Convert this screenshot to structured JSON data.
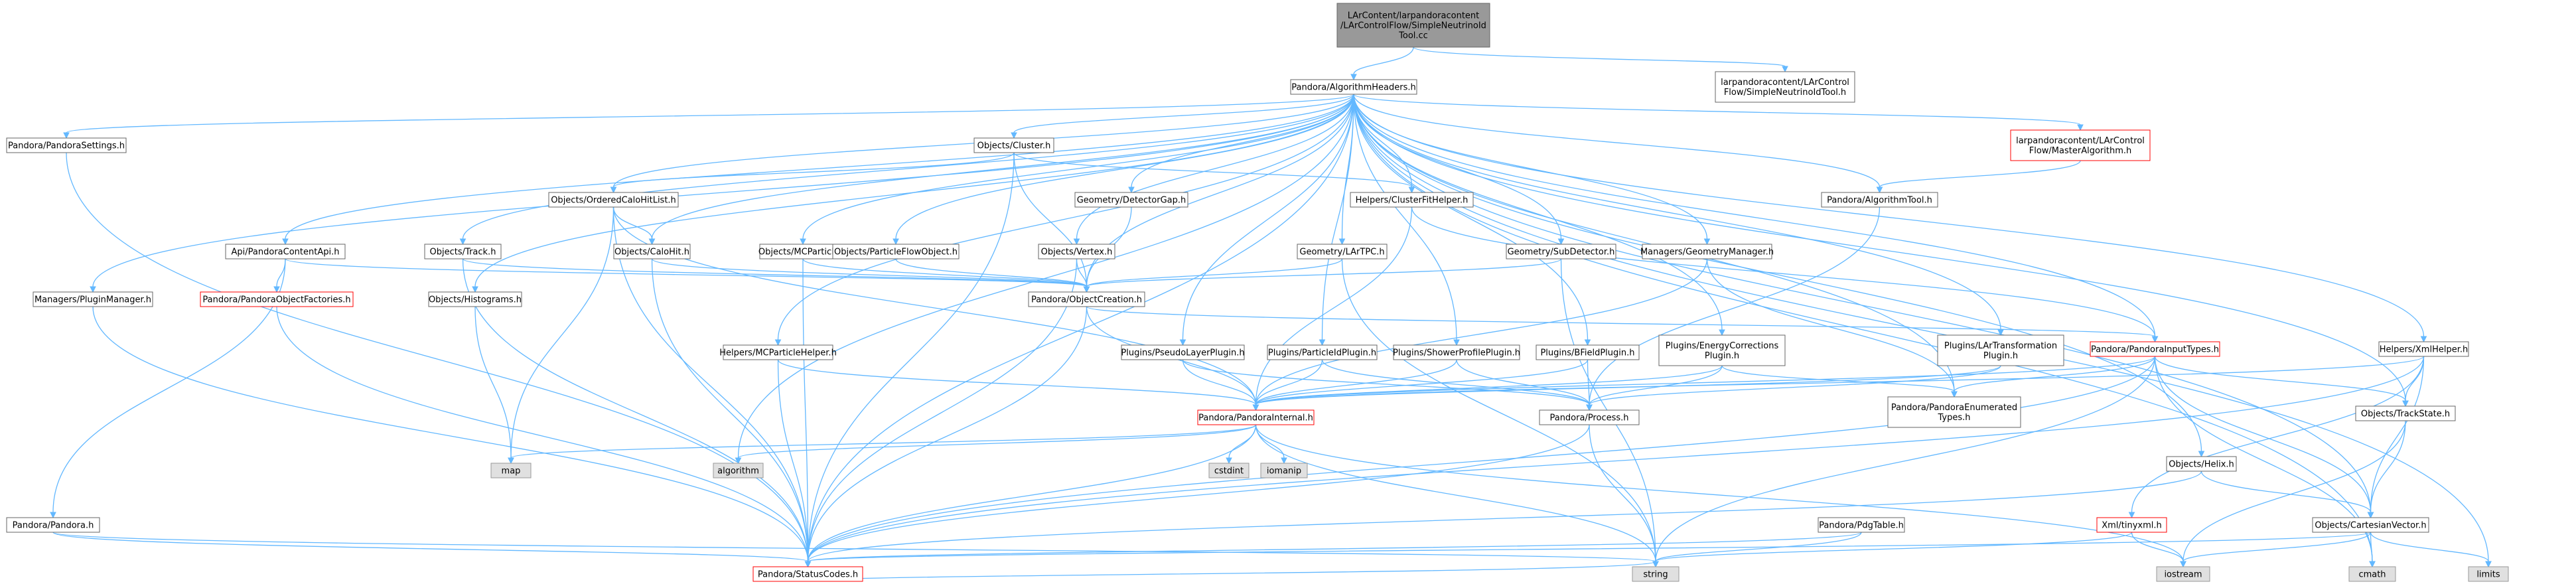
{
  "colors": {
    "edge": "#63b8ff",
    "node_border": "#666666",
    "node_red_border": "#ff0000",
    "root_fill": "#999999",
    "system_fill": "#e0e0e0"
  },
  "nodes": [
    {
      "id": "root",
      "lines": [
        "LArContent/larpandoracontent",
        "/LArControlFlow/SimpleNeutrinoId",
        "Tool.cc"
      ],
      "style": "root"
    },
    {
      "id": "algheaders",
      "lines": [
        "Pandora/AlgorithmHeaders.h"
      ],
      "style": "normal"
    },
    {
      "id": "simplehdr",
      "lines": [
        "larpandoracontent/LArControl",
        "Flow/SimpleNeutrinoIdTool.h"
      ],
      "style": "normal"
    },
    {
      "id": "settings",
      "lines": [
        "Pandora/PandoraSettings.h"
      ],
      "style": "normal"
    },
    {
      "id": "cluster",
      "lines": [
        "Objects/Cluster.h"
      ],
      "style": "normal"
    },
    {
      "id": "masteralg",
      "lines": [
        "larpandoracontent/LArControl",
        "Flow/MasterAlgorithm.h"
      ],
      "style": "red"
    },
    {
      "id": "orderedcalo",
      "lines": [
        "Objects/OrderedCaloHitList.h"
      ],
      "style": "normal"
    },
    {
      "id": "detgap",
      "lines": [
        "Geometry/DetectorGap.h"
      ],
      "style": "normal"
    },
    {
      "id": "clusterfit",
      "lines": [
        "Helpers/ClusterFitHelper.h"
      ],
      "style": "normal"
    },
    {
      "id": "algtool",
      "lines": [
        "Pandora/AlgorithmTool.h"
      ],
      "style": "normal"
    },
    {
      "id": "contentapi",
      "lines": [
        "Api/PandoraContentApi.h"
      ],
      "style": "normal"
    },
    {
      "id": "track",
      "lines": [
        "Objects/Track.h"
      ],
      "style": "normal"
    },
    {
      "id": "calohit",
      "lines": [
        "Objects/CaloHit.h"
      ],
      "style": "normal"
    },
    {
      "id": "mcparticle",
      "lines": [
        "Objects/MCParticle.h"
      ],
      "style": "normal"
    },
    {
      "id": "pfo",
      "lines": [
        "Objects/ParticleFlowObject.h"
      ],
      "style": "normal"
    },
    {
      "id": "vertex",
      "lines": [
        "Objects/Vertex.h"
      ],
      "style": "normal"
    },
    {
      "id": "lartpc",
      "lines": [
        "Geometry/LArTPC.h"
      ],
      "style": "normal"
    },
    {
      "id": "subdet",
      "lines": [
        "Geometry/SubDetector.h"
      ],
      "style": "normal"
    },
    {
      "id": "geomgr",
      "lines": [
        "Managers/GeometryManager.h"
      ],
      "style": "normal"
    },
    {
      "id": "pluginmgr",
      "lines": [
        "Managers/PluginManager.h"
      ],
      "style": "normal"
    },
    {
      "id": "objfactories",
      "lines": [
        "Pandora/PandoraObjectFactories.h"
      ],
      "style": "red"
    },
    {
      "id": "histograms",
      "lines": [
        "Objects/Histograms.h"
      ],
      "style": "normal"
    },
    {
      "id": "objcreation",
      "lines": [
        "Pandora/ObjectCreation.h"
      ],
      "style": "normal"
    },
    {
      "id": "inputtypes",
      "lines": [
        "Pandora/PandoraInputTypes.h"
      ],
      "style": "red"
    },
    {
      "id": "xmlhelper",
      "lines": [
        "Helpers/XmlHelper.h"
      ],
      "style": "normal"
    },
    {
      "id": "mcphelper",
      "lines": [
        "Helpers/MCParticleHelper.h"
      ],
      "style": "normal"
    },
    {
      "id": "pseudolayer",
      "lines": [
        "Plugins/PseudoLayerPlugin.h"
      ],
      "style": "normal"
    },
    {
      "id": "pidplugin",
      "lines": [
        "Plugins/ParticleIdPlugin.h"
      ],
      "style": "normal"
    },
    {
      "id": "showerprof",
      "lines": [
        "Plugins/ShowerProfilePlugin.h"
      ],
      "style": "normal"
    },
    {
      "id": "bfield",
      "lines": [
        "Plugins/BFieldPlugin.h"
      ],
      "style": "normal"
    },
    {
      "id": "energycorr",
      "lines": [
        "Plugins/EnergyCorrections",
        "Plugin.h"
      ],
      "style": "normal"
    },
    {
      "id": "lartransform",
      "lines": [
        "Plugins/LArTransformation",
        "Plugin.h"
      ],
      "style": "normal"
    },
    {
      "id": "enumtypes",
      "lines": [
        "Pandora/PandoraEnumerated",
        "Types.h"
      ],
      "style": "normal"
    },
    {
      "id": "trackstate",
      "lines": [
        "Objects/TrackState.h"
      ],
      "style": "normal"
    },
    {
      "id": "internal",
      "lines": [
        "Pandora/PandoraInternal.h"
      ],
      "style": "red"
    },
    {
      "id": "process",
      "lines": [
        "Pandora/Process.h"
      ],
      "style": "normal"
    },
    {
      "id": "helix",
      "lines": [
        "Objects/Helix.h"
      ],
      "style": "normal"
    },
    {
      "id": "map",
      "lines": [
        "map"
      ],
      "style": "sys"
    },
    {
      "id": "algorithm",
      "lines": [
        "algorithm"
      ],
      "style": "sys"
    },
    {
      "id": "cstdint",
      "lines": [
        "cstdint"
      ],
      "style": "sys"
    },
    {
      "id": "iomanip",
      "lines": [
        "iomanip"
      ],
      "style": "sys"
    },
    {
      "id": "pandora",
      "lines": [
        "Pandora/Pandora.h"
      ],
      "style": "normal"
    },
    {
      "id": "pdgtable",
      "lines": [
        "Pandora/PdgTable.h"
      ],
      "style": "normal"
    },
    {
      "id": "tinyxml",
      "lines": [
        "Xml/tinyxml.h"
      ],
      "style": "red"
    },
    {
      "id": "cartvec",
      "lines": [
        "Objects/CartesianVector.h"
      ],
      "style": "normal"
    },
    {
      "id": "statuscodes",
      "lines": [
        "Pandora/StatusCodes.h"
      ],
      "style": "red"
    },
    {
      "id": "iostream",
      "lines": [
        "iostream"
      ],
      "style": "sys"
    },
    {
      "id": "cmath",
      "lines": [
        "cmath"
      ],
      "style": "sys"
    },
    {
      "id": "limits",
      "lines": [
        "limits"
      ],
      "style": "sys"
    },
    {
      "id": "string",
      "lines": [
        "string"
      ],
      "style": "sys"
    }
  ],
  "edges": [
    [
      "root",
      "algheaders"
    ],
    [
      "root",
      "simplehdr"
    ],
    [
      "algheaders",
      "settings"
    ],
    [
      "algheaders",
      "cluster"
    ],
    [
      "algheaders",
      "masteralg"
    ],
    [
      "algheaders",
      "orderedcalo"
    ],
    [
      "algheaders",
      "detgap"
    ],
    [
      "algheaders",
      "clusterfit"
    ],
    [
      "algheaders",
      "algtool"
    ],
    [
      "algheaders",
      "contentapi"
    ],
    [
      "algheaders",
      "track"
    ],
    [
      "algheaders",
      "calohit"
    ],
    [
      "algheaders",
      "mcparticle"
    ],
    [
      "algheaders",
      "pfo"
    ],
    [
      "algheaders",
      "vertex"
    ],
    [
      "algheaders",
      "lartpc"
    ],
    [
      "algheaders",
      "subdet"
    ],
    [
      "algheaders",
      "geomgr"
    ],
    [
      "algheaders",
      "pluginmgr"
    ],
    [
      "algheaders",
      "histograms"
    ],
    [
      "algheaders",
      "inputtypes"
    ],
    [
      "algheaders",
      "xmlhelper"
    ],
    [
      "algheaders",
      "mcphelper"
    ],
    [
      "algheaders",
      "pseudolayer"
    ],
    [
      "algheaders",
      "pidplugin"
    ],
    [
      "algheaders",
      "showerprof"
    ],
    [
      "algheaders",
      "bfield"
    ],
    [
      "algheaders",
      "energycorr"
    ],
    [
      "algheaders",
      "lartransform"
    ],
    [
      "algheaders",
      "enumtypes"
    ],
    [
      "algheaders",
      "trackstate"
    ],
    [
      "algheaders",
      "helix"
    ],
    [
      "algheaders",
      "statuscodes"
    ],
    [
      "algheaders",
      "algorithm"
    ],
    [
      "algheaders",
      "cartvec"
    ],
    [
      "algheaders",
      "cmath"
    ],
    [
      "algheaders",
      "limits"
    ],
    [
      "algheaders",
      "objcreation"
    ],
    [
      "settings",
      "statuscodes"
    ],
    [
      "cluster",
      "orderedcalo"
    ],
    [
      "cluster",
      "clusterfit"
    ],
    [
      "cluster",
      "objcreation"
    ],
    [
      "cluster",
      "statuscodes"
    ],
    [
      "masteralg",
      "algtool"
    ],
    [
      "orderedcalo",
      "calohit"
    ],
    [
      "orderedcalo",
      "map"
    ],
    [
      "orderedcalo",
      "internal"
    ],
    [
      "orderedcalo",
      "statuscodes"
    ],
    [
      "detgap",
      "objcreation"
    ],
    [
      "clusterfit",
      "inputtypes"
    ],
    [
      "clusterfit",
      "internal"
    ],
    [
      "algtool",
      "process"
    ],
    [
      "contentapi",
      "objfactories"
    ],
    [
      "contentapi",
      "pandora"
    ],
    [
      "contentapi",
      "objcreation"
    ],
    [
      "track",
      "objcreation"
    ],
    [
      "track",
      "statuscodes"
    ],
    [
      "calohit",
      "objcreation"
    ],
    [
      "calohit",
      "statuscodes"
    ],
    [
      "mcparticle",
      "objcreation"
    ],
    [
      "mcparticle",
      "statuscodes"
    ],
    [
      "pfo",
      "objcreation"
    ],
    [
      "vertex",
      "objcreation"
    ],
    [
      "vertex",
      "statuscodes"
    ],
    [
      "lartpc",
      "objcreation"
    ],
    [
      "lartpc",
      "string"
    ],
    [
      "subdet",
      "objcreation"
    ],
    [
      "subdet",
      "string"
    ],
    [
      "geomgr",
      "enumtypes"
    ],
    [
      "geomgr",
      "internal"
    ],
    [
      "pluginmgr",
      "statuscodes"
    ],
    [
      "objfactories",
      "statuscodes"
    ],
    [
      "histograms",
      "map"
    ],
    [
      "objcreation",
      "inputtypes"
    ],
    [
      "objcreation",
      "internal"
    ],
    [
      "objcreation",
      "statuscodes"
    ],
    [
      "inputtypes",
      "enumtypes"
    ],
    [
      "inputtypes",
      "trackstate"
    ],
    [
      "inputtypes",
      "cartvec"
    ],
    [
      "inputtypes",
      "internal"
    ],
    [
      "inputtypes",
      "statuscodes"
    ],
    [
      "inputtypes",
      "string"
    ],
    [
      "inputtypes",
      "cmath"
    ],
    [
      "xmlhelper",
      "tinyxml"
    ],
    [
      "xmlhelper",
      "trackstate"
    ],
    [
      "xmlhelper",
      "cartvec"
    ],
    [
      "xmlhelper",
      "internal"
    ],
    [
      "xmlhelper",
      "statuscodes"
    ],
    [
      "mcphelper",
      "internal"
    ],
    [
      "mcphelper",
      "statuscodes"
    ],
    [
      "pseudolayer",
      "internal"
    ],
    [
      "pseudolayer",
      "process"
    ],
    [
      "pidplugin",
      "internal"
    ],
    [
      "pidplugin",
      "process"
    ],
    [
      "showerprof",
      "internal"
    ],
    [
      "showerprof",
      "process"
    ],
    [
      "bfield",
      "internal"
    ],
    [
      "bfield",
      "process"
    ],
    [
      "energycorr",
      "internal"
    ],
    [
      "energycorr",
      "process"
    ],
    [
      "energycorr",
      "enumtypes"
    ],
    [
      "lartransform",
      "internal"
    ],
    [
      "lartransform",
      "process"
    ],
    [
      "trackstate",
      "cartvec"
    ],
    [
      "trackstate",
      "iostream"
    ],
    [
      "internal",
      "map"
    ],
    [
      "internal",
      "algorithm"
    ],
    [
      "internal",
      "cstdint"
    ],
    [
      "internal",
      "iomanip"
    ],
    [
      "internal",
      "string"
    ],
    [
      "internal",
      "iostream"
    ],
    [
      "internal",
      "statuscodes"
    ],
    [
      "process",
      "statuscodes"
    ],
    [
      "process",
      "string"
    ],
    [
      "helix",
      "cartvec"
    ],
    [
      "helix",
      "statuscodes"
    ],
    [
      "pandora",
      "statuscodes"
    ],
    [
      "pandora",
      "string"
    ],
    [
      "pdgtable",
      "string"
    ],
    [
      "pdgtable",
      "statuscodes"
    ],
    [
      "tinyxml",
      "iostream"
    ],
    [
      "tinyxml",
      "string"
    ],
    [
      "cartvec",
      "iostream"
    ],
    [
      "cartvec",
      "cmath"
    ],
    [
      "cartvec",
      "limits"
    ],
    [
      "cartvec",
      "statuscodes"
    ],
    [
      "statuscodes",
      "string"
    ]
  ]
}
